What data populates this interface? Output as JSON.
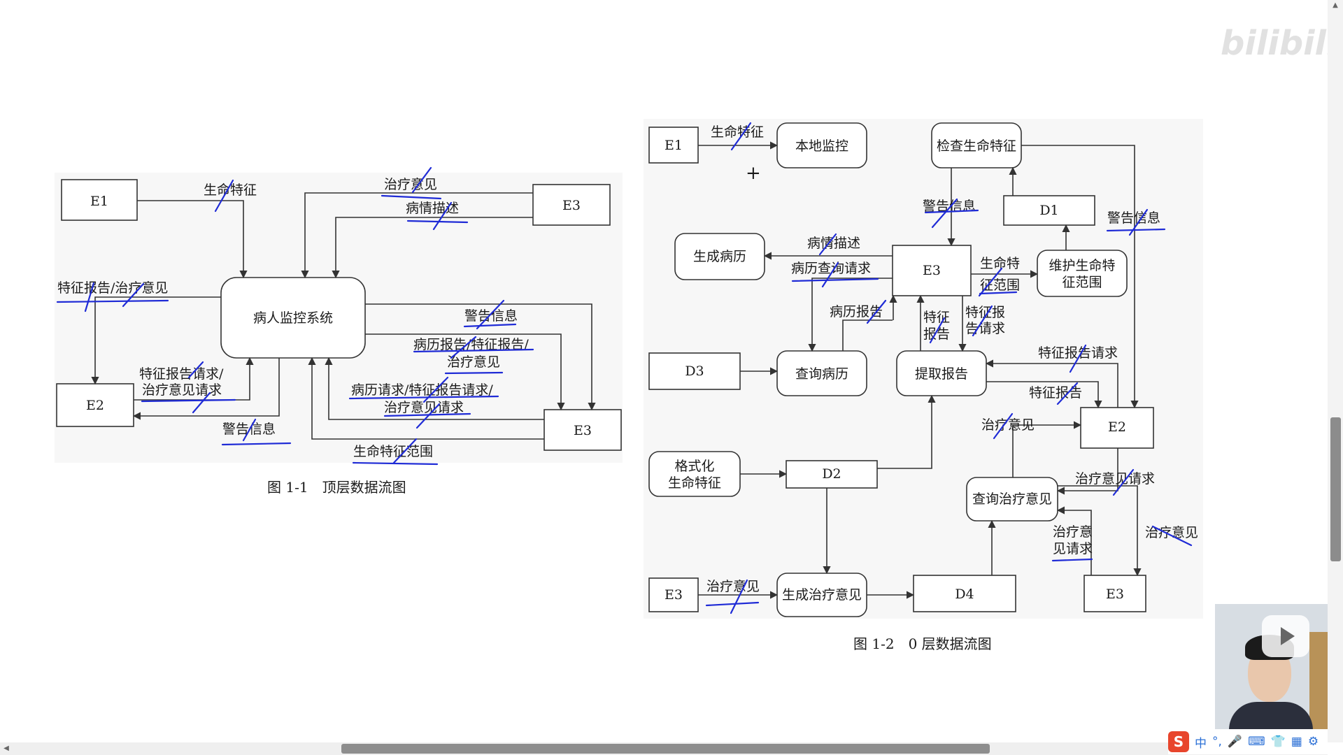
{
  "fig1": {
    "caption": "图 1-1　顶层数据流图",
    "nodes": {
      "e1": "E1",
      "e3top": "E3",
      "sys": "病人监控系统",
      "e2": "E2",
      "e3bottom": "E3"
    },
    "labels": {
      "vital": "生命特征",
      "treat_opinion": "治疗意见",
      "condition": "病情描述",
      "report_opinion": "特征报告/治疗意见",
      "warning": "警告信息",
      "records_reports": "病历报告/特征报告/",
      "treat_opinion2": "治疗意见",
      "report_requests": "特征报告请求/",
      "opinion_request": "治疗意见请求",
      "records_request": "病历请求/特征报告请求/",
      "opinion_request2": "治疗意见请求",
      "warning2": "警告信息",
      "vital_range": "生命特征范围"
    }
  },
  "fig2": {
    "caption": "图 1-2　0 层数据流图",
    "nodes": {
      "e1": "E1",
      "local": "本地监控",
      "check_l1": "检查生命特征",
      "d1": "D1",
      "gen_record": "生成病历",
      "e3mid": "E3",
      "maintain_l1": "维护生命特",
      "maintain_l2": "征范围",
      "d3": "D3",
      "query_record": "查询病历",
      "extract": "提取报告",
      "e2": "E2",
      "format_l1": "格式化",
      "format_l2": "生命特征",
      "d2": "D2",
      "query_opinion": "查询治疗意见",
      "e3left": "E3",
      "gen_opinion": "生成治疗意见",
      "d4": "D4",
      "e3right": "E3"
    },
    "labels": {
      "vital": "生命特征",
      "warning": "警告信息",
      "warning_right": "警告信息",
      "condition": "病情描述",
      "record_query": "病历查询请求",
      "vital_l1": "生命特",
      "vital_l2": "征范围",
      "record_report": "病历报告",
      "feature_l1": "特征",
      "feature_l2": "报告",
      "feature_req_l1": "特征报",
      "feature_req_l2": "告请求",
      "feature_report_request": "特征报告请求",
      "feature_report": "特征报告",
      "opinion": "治疗意见",
      "opinion_request": "治疗意见请求",
      "opinion_req_l1": "治疗意",
      "opinion_req_l2": "见请求",
      "opinion_right": "治疗意见",
      "opinion_bottom": "治疗意见"
    }
  },
  "watermark": "bilibili",
  "ime": {
    "logo": "S",
    "lang": "中",
    "punct": "°,"
  },
  "colors": {
    "annotation": "#1f2bd6",
    "line": "#333333",
    "scroll_thumb": "#8e8e8e"
  }
}
